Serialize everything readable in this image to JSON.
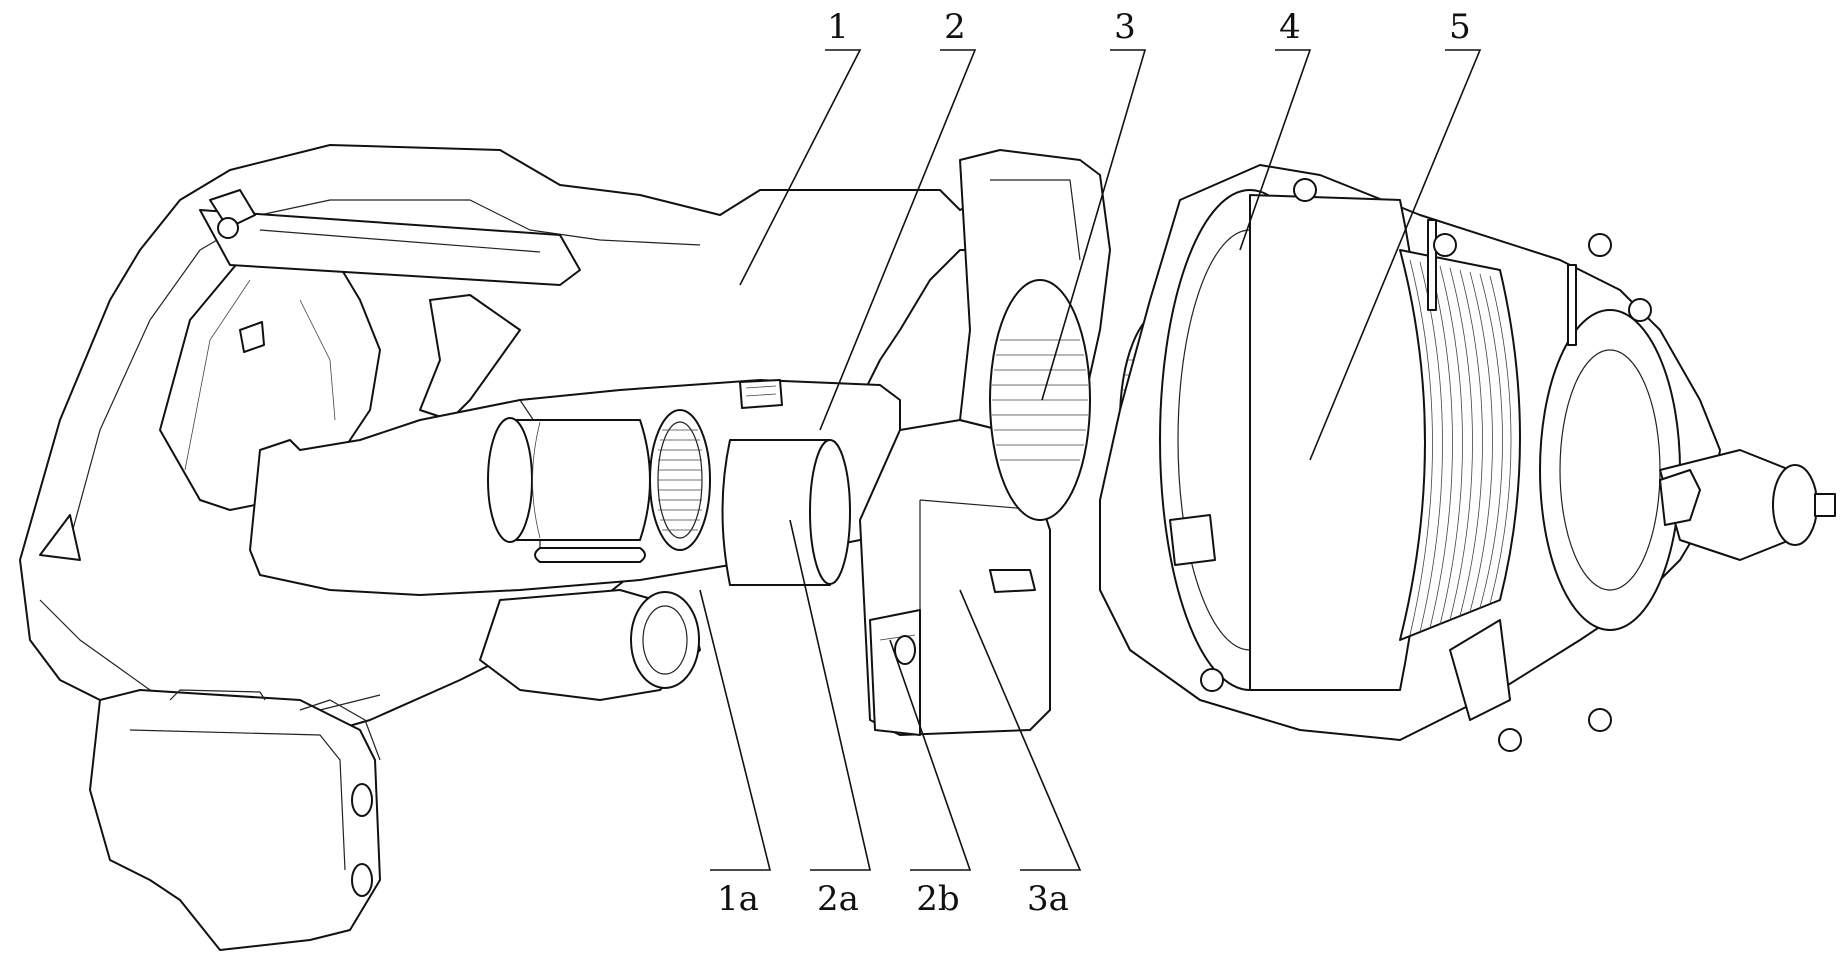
{
  "figure": {
    "callouts_top": [
      {
        "id": "c1",
        "text": "1"
      },
      {
        "id": "c2",
        "text": "2"
      },
      {
        "id": "c3",
        "text": "3"
      },
      {
        "id": "c4",
        "text": "4"
      },
      {
        "id": "c5",
        "text": "5"
      }
    ],
    "callouts_bottom": [
      {
        "id": "c1a",
        "text": "1a"
      },
      {
        "id": "c2a",
        "text": "2a"
      },
      {
        "id": "c2b",
        "text": "2b"
      },
      {
        "id": "c3a",
        "text": "3a"
      }
    ]
  }
}
